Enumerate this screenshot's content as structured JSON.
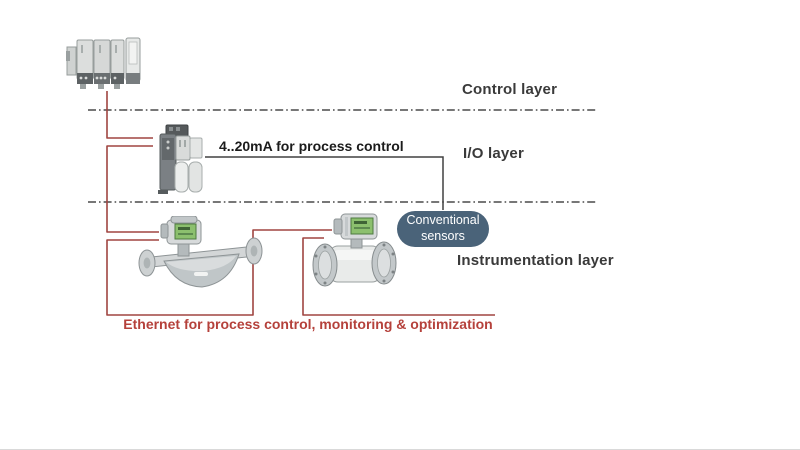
{
  "slide": {
    "description": "Industrial automation layer diagram with field instruments",
    "colors": {
      "background": "#ffffff",
      "layer_divider": "#4a4a4a",
      "layer_label_text": "#3a3a3a",
      "current_loop_annotation_text": "#1b1b1b",
      "signal_line": "#404040",
      "ethernet_line": "#a04541",
      "ethernet_text": "#b5413b",
      "badge_background": "#4a6379",
      "badge_text": "#ffffff",
      "device_display_green": "#8cc06e"
    }
  },
  "layers": {
    "control": {
      "label": "Control layer"
    },
    "io": {
      "label": "I/O layer"
    },
    "instrumentation": {
      "label": "Instrumentation layer"
    }
  },
  "annotations": {
    "current_loop": "4..20mA for process control",
    "ethernet": "Ethernet for process control, monitoring & optimization"
  },
  "badge": {
    "line1": "Conventional",
    "line2": "sensors"
  },
  "devices": [
    {
      "id": "plc",
      "icon": "plc-controller-image"
    },
    {
      "id": "io_module",
      "icon": "remote-io-module-image"
    },
    {
      "id": "coriolis",
      "icon": "coriolis-flowmeter-image"
    },
    {
      "id": "magmeter",
      "icon": "electromagnetic-flowmeter-image"
    }
  ]
}
